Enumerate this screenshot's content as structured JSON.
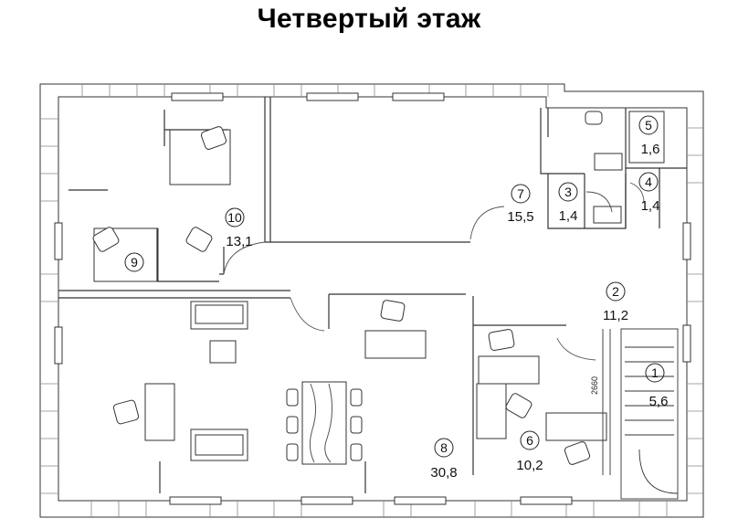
{
  "title": "Четвертый этаж",
  "rooms": [
    {
      "id": "1",
      "area": "5,6"
    },
    {
      "id": "2",
      "area": "11,2"
    },
    {
      "id": "3",
      "area": "1,4"
    },
    {
      "id": "4",
      "area": "1,4"
    },
    {
      "id": "5",
      "area": "1,6"
    },
    {
      "id": "6",
      "area": "10,2"
    },
    {
      "id": "7",
      "area": "15,5"
    },
    {
      "id": "8",
      "area": "30,8"
    },
    {
      "id": "9",
      "area": ""
    },
    {
      "id": "10",
      "area": "13,1"
    }
  ],
  "dimension_label": "2660"
}
